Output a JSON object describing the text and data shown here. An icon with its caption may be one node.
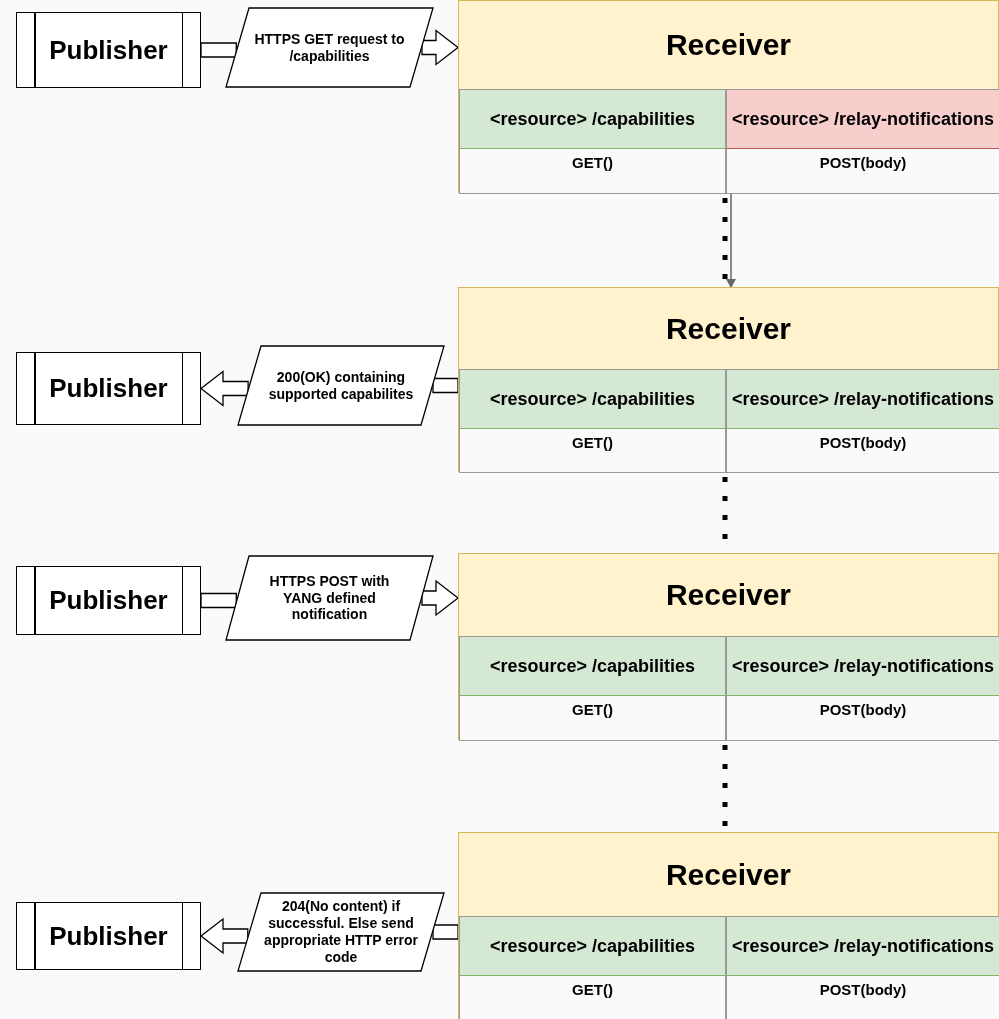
{
  "diagram": {
    "nodes": [
      {
        "text": [
          "Publisher"
        ]
      },
      {
        "text": [
          "HTTPS GET request to /capabilities"
        ]
      },
      {
        "text": [
          "Receiver"
        ]
      },
      {
        "text": [
          "<resource> /capabilities",
          "GET()"
        ],
        "in": 2
      },
      {
        "text": [
          "<resource> /relay-notifications",
          "POST(body)"
        ],
        "in": 2
      },
      {
        "text": [
          "Publisher"
        ]
      },
      {
        "text": [
          "200(OK) containing supported capabilites"
        ]
      },
      {
        "text": [
          "Receiver"
        ]
      },
      {
        "text": [
          "<resource> /capabilities",
          "GET()"
        ],
        "in": 7
      },
      {
        "text": [
          "<resource> /relay-notifications",
          "POST(body)"
        ],
        "in": 7
      },
      {
        "text": [
          "Publisher"
        ]
      },
      {
        "text": [
          "HTTPS POST with YANG defined notification"
        ]
      },
      {
        "text": [
          "Receiver"
        ]
      },
      {
        "text": [
          "<resource> /capabilities",
          "GET()"
        ],
        "in": 12
      },
      {
        "text": [
          "<resource> /relay-notifications",
          "POST(body)"
        ],
        "in": 12
      },
      {
        "text": [
          "Publisher"
        ]
      },
      {
        "text": [
          "204(No content) if successful. Else send appropriate HTTP error code"
        ]
      },
      {
        "text": [
          "Receiver"
        ]
      },
      {
        "text": [
          "<resource> /capabilities",
          "GET()"
        ],
        "in": 17
      },
      {
        "text": [
          "<resource> /relay-notifications",
          "POST(body)"
        ],
        "in": 17
      }
    ],
    "edges": [
      {
        "from": 0,
        "to": 1,
        "arrow": "none",
        "style": "thick"
      },
      {
        "from": 1,
        "to": 2,
        "arrow": "to",
        "style": "thick"
      },
      {
        "from": 7,
        "to": 6,
        "arrow": "none",
        "style": "thick"
      },
      {
        "from": 6,
        "to": 5,
        "arrow": "to",
        "style": "thick"
      },
      {
        "from": 10,
        "to": 11,
        "arrow": "none",
        "style": "thick"
      },
      {
        "from": 11,
        "to": 12,
        "arrow": "to",
        "style": "thick"
      },
      {
        "from": 17,
        "to": 16,
        "arrow": "none",
        "style": "thick"
      },
      {
        "from": 16,
        "to": 15,
        "arrow": "to",
        "style": "thick"
      },
      {
        "from": 2,
        "to": 7,
        "arrow": "none",
        "style": "dashed"
      },
      {
        "from": 2,
        "to": 7,
        "arrow": "to",
        "color": "#666666"
      },
      {
        "from": 7,
        "to": 12,
        "arrow": "none",
        "style": "dashed"
      },
      {
        "from": 12,
        "to": 17,
        "arrow": "none",
        "style": "dashed"
      }
    ]
  }
}
